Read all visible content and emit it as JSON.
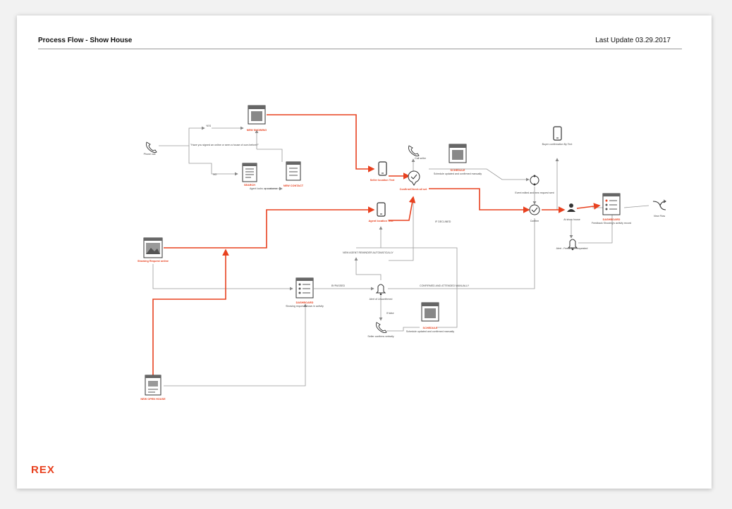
{
  "header": {
    "title": "Process Flow - Show House",
    "last_update": "Last Update 03.29.2017"
  },
  "brand": {
    "logo": "REX"
  },
  "colors": {
    "accent": "#e8411f",
    "line": "#888888",
    "icon": "#333333"
  },
  "nodes": {
    "phone_call": "Phone call",
    "question": "\"Have you signed an online or seen a house of ours before?\"",
    "yes": "YES",
    "no": "NO",
    "new_showing": "NEW SHOWING",
    "search": "SEARCH",
    "search_sub": "Agent looks up customer",
    "new_contact": "NEW CONTACT",
    "seller_text": "Seller location Text",
    "agent_text": "Agent location Text",
    "call_seller": "Call seller",
    "schedule_top": "SCHEDULE",
    "schedule_top_sub": "Schedule updated and confirmed manually",
    "confirm_label": "Confirm/Check all set",
    "if_declined": "IF DECLINED",
    "new_agent_request": "NEW AGENT REMINDER AUTOMATICALLY",
    "buyer_confirm": "Buyer confirmation By Text",
    "event_edited": "Event edited and new request sent",
    "confirm": "Confirm",
    "at_show_house": "At show house",
    "dashboard_right": "DASHBOARD",
    "dashboard_right_sub": "Feedback Showing's activity record",
    "alert_feedback": "Alert - Feedback Requested",
    "view_flow": "View Flow",
    "showing_request": "Showing Request online",
    "dashboard_mid": "DASHBOARD",
    "dashboard_mid_sub": "Showing request shows in activity",
    "bypassed": "BYPASSED",
    "alert_unconfirmed": "Alert of Unconfirmed",
    "confirmed_manual": "CONFIRMED AND ATTENDED MANUALLY",
    "if_false": "If false",
    "seller_confirms": "Seller confirms verbally",
    "schedule_bottom": "SCHEDULE",
    "schedule_bottom_sub": "Schedule updated and confirmed manually",
    "new_open_house": "NEW OPEN HOUSE"
  }
}
